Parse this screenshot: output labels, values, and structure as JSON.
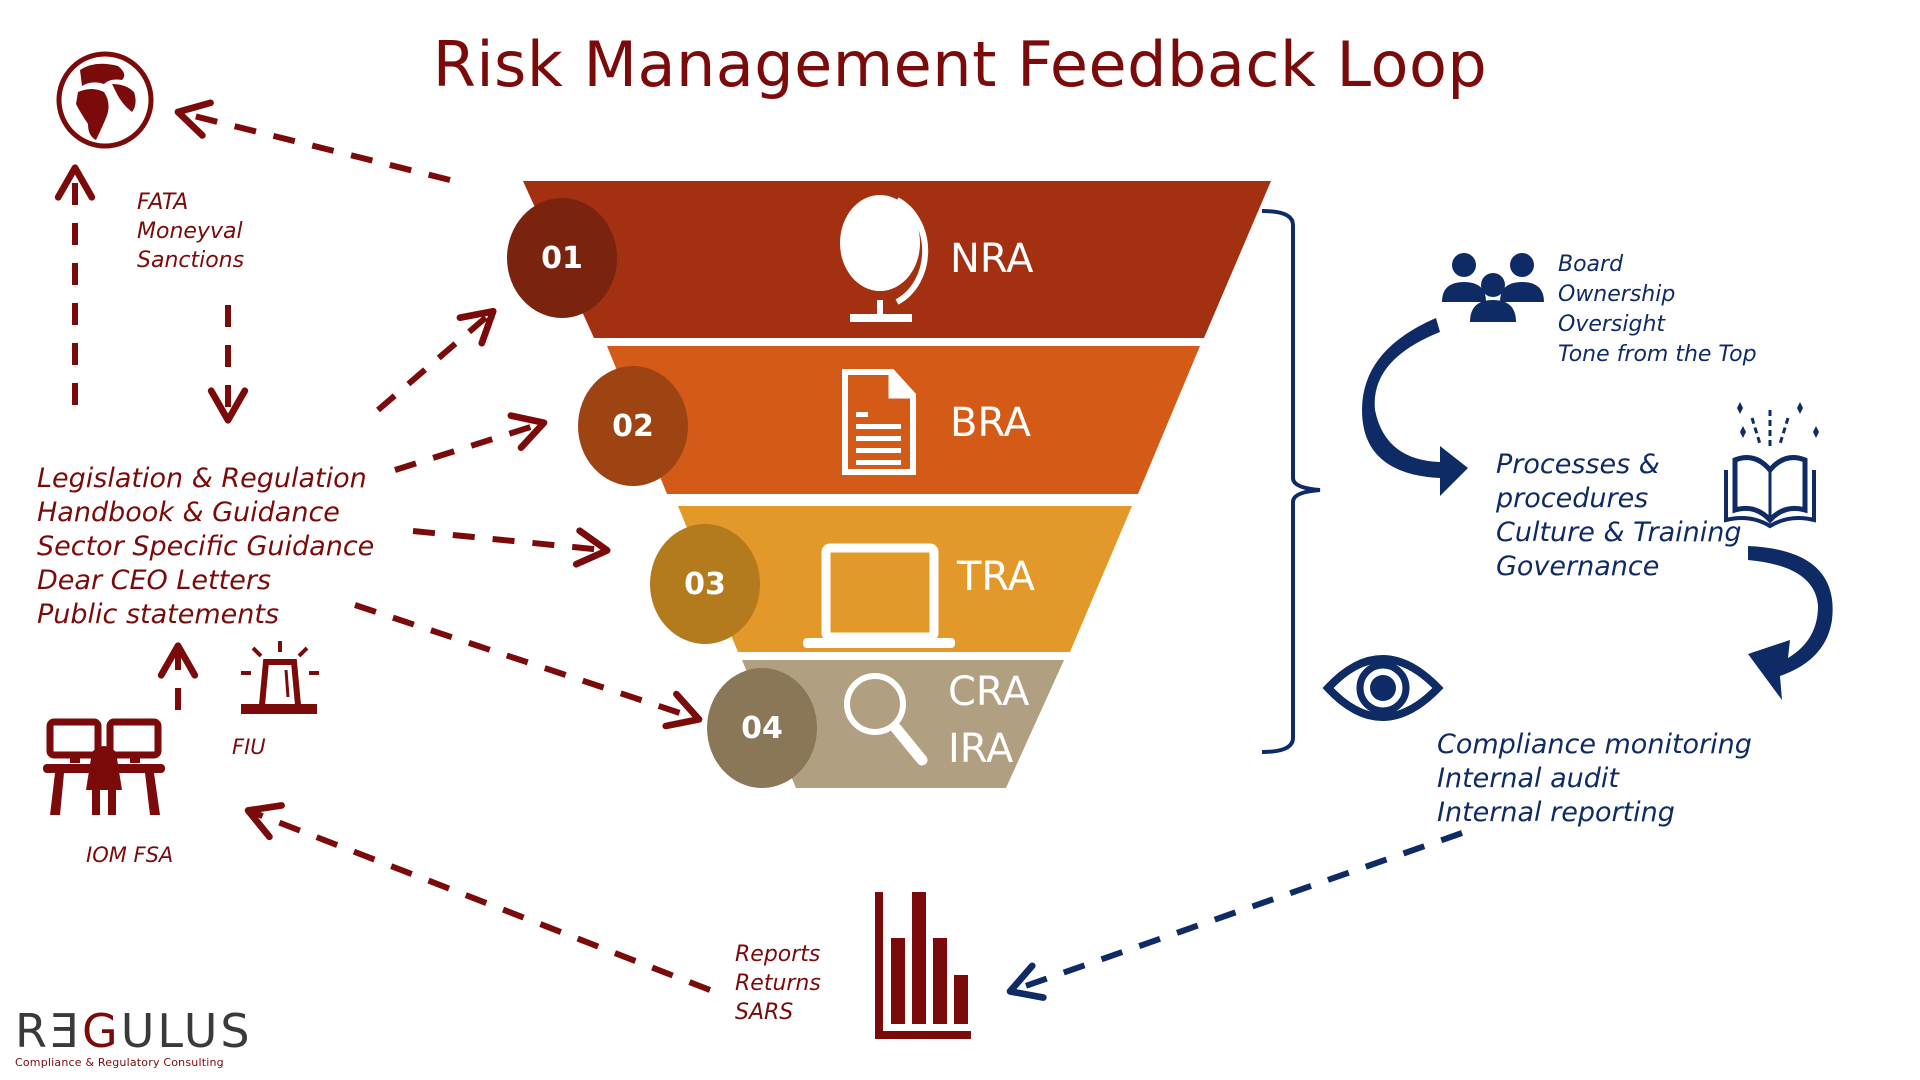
{
  "title": "Risk Management Feedback Loop",
  "colors": {
    "maroon": "#7B0A0A",
    "navy": "#0F2B66",
    "band_1": "#A33010",
    "band_2": "#D45A17",
    "band_3": "#E2992A",
    "band_4": "#B09F80",
    "circle_1": "#7A2410",
    "circle_2": "#9E4413",
    "circle_3": "#B37A1E",
    "circle_4": "#8A7757"
  },
  "funnel": [
    {
      "number": "01",
      "labels": [
        "NRA"
      ],
      "icon": "desk-globe-icon"
    },
    {
      "number": "02",
      "labels": [
        "BRA"
      ],
      "icon": "document-icon"
    },
    {
      "number": "03",
      "labels": [
        "TRA"
      ],
      "icon": "laptop-icon"
    },
    {
      "number": "04",
      "labels": [
        "CRA",
        "IRA"
      ],
      "icon": "magnifier-icon"
    }
  ],
  "left": {
    "global_icon": "world-globe-icon",
    "international_bodies": [
      "FATA",
      "Moneyval",
      "Sanctions"
    ],
    "regulatory_sources": [
      "Legislation & Regulation",
      "Handbook & Guidance",
      "Sector Specific Guidance",
      "Dear CEO Letters",
      "Public statements"
    ],
    "fiu": {
      "label": "FIU",
      "icon": "siren-icon"
    },
    "regulator": {
      "label": "IOM FSA",
      "icon": "workstation-icon"
    }
  },
  "right": {
    "governance": {
      "icon": "people-group-icon",
      "lines": [
        "Board",
        "Ownership",
        "Oversight",
        "Tone from the Top"
      ]
    },
    "processes": {
      "icon": "open-book-icon",
      "lines": [
        "Processes &",
        "procedures",
        "Culture & Training",
        "Governance"
      ]
    },
    "monitoring": {
      "icon": "eye-icon",
      "lines": [
        "Compliance monitoring",
        "Internal audit",
        "Internal reporting"
      ]
    }
  },
  "bottom": {
    "icon": "bar-chart-icon",
    "lines": [
      "Reports",
      "Returns",
      "SARS"
    ]
  },
  "logo": {
    "name_prefix": "RƎG",
    "name_start": "RƎ",
    "name_g": "G",
    "name_rest": "ULUS",
    "tagline": "Compliance & Regulatory Consulting"
  }
}
